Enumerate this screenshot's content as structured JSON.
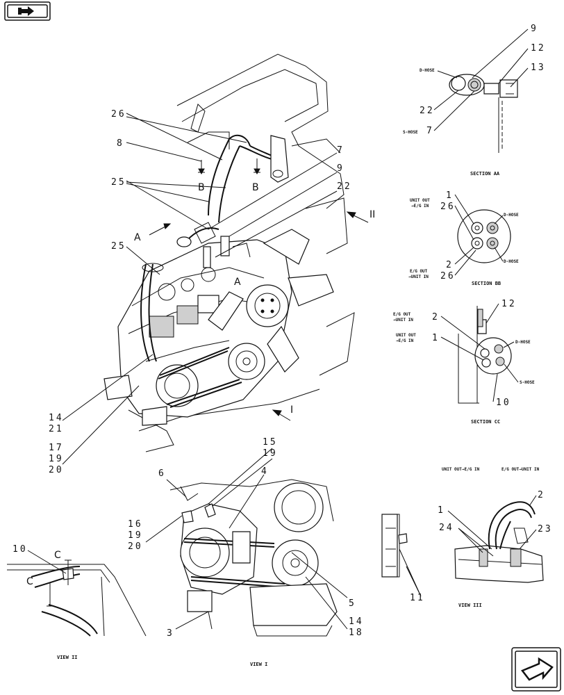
{
  "nav": {
    "back_icon": "back-arrow-icon",
    "next_icon": "next-page-arrow-icon"
  },
  "callouts": {
    "c9a": "9",
    "c12a": "12",
    "c13": "13",
    "c22a": "22",
    "c7a": "7",
    "c26a": "26",
    "c8": "8",
    "c7b": "7",
    "c9b": "9",
    "c25a": "25",
    "c22b": "22",
    "c25b": "25",
    "c1a": "1",
    "c26b": "26",
    "c2a": "2",
    "c26c": "26",
    "c12b": "12",
    "c2b": "2",
    "c1b": "1",
    "c10a": "10",
    "c14a": "14",
    "c21": "21",
    "c17": "17",
    "c19a": "19",
    "c20a": "20",
    "c15": "15",
    "c19b": "19",
    "c6": "6",
    "c4": "4",
    "c16": "16",
    "c19c": "19",
    "c20b": "20",
    "c10b": "10",
    "c3": "3",
    "c5": "5",
    "c14b": "14",
    "c18": "18",
    "c1c": "1",
    "c2c": "2",
    "c24": "24",
    "c23": "23",
    "c11": "11"
  },
  "section_letters": {
    "a1": "A",
    "a2": "A",
    "b1": "B",
    "b2": "B",
    "c1": "C",
    "c2": "C"
  },
  "view_markers": {
    "roman2": "II",
    "roman1": "I"
  },
  "hose_labels": {
    "aa_d": "D-HOSE",
    "aa_s": "S-HOSE",
    "bb_d1": "D-HOSE",
    "bb_d2": "D-HOSE",
    "cc_d": "D-HOSE",
    "cc_s": "S-HOSE"
  },
  "flow_labels": {
    "bb_top_1": "UNIT OUT",
    "bb_top_2": "→E/G IN",
    "bb_bot_1": "E/G OUT",
    "bb_bot_2": "→UNIT IN",
    "cc_a_1": "E/G OUT",
    "cc_a_2": "→UNIT IN",
    "cc_b_1": "UNIT OUT",
    "cc_b_2": "→E/G IN",
    "v3_left": "UNIT OUT→E/G IN",
    "v3_right": "E/G OUT→UNIT IN"
  },
  "captions": {
    "section_aa": "SECTION AA",
    "section_bb": "SECTION BB",
    "section_cc": "SECTION CC",
    "view_ii": "VIEW II",
    "view_i": "VIEW I",
    "view_iii": "VIEW III"
  }
}
